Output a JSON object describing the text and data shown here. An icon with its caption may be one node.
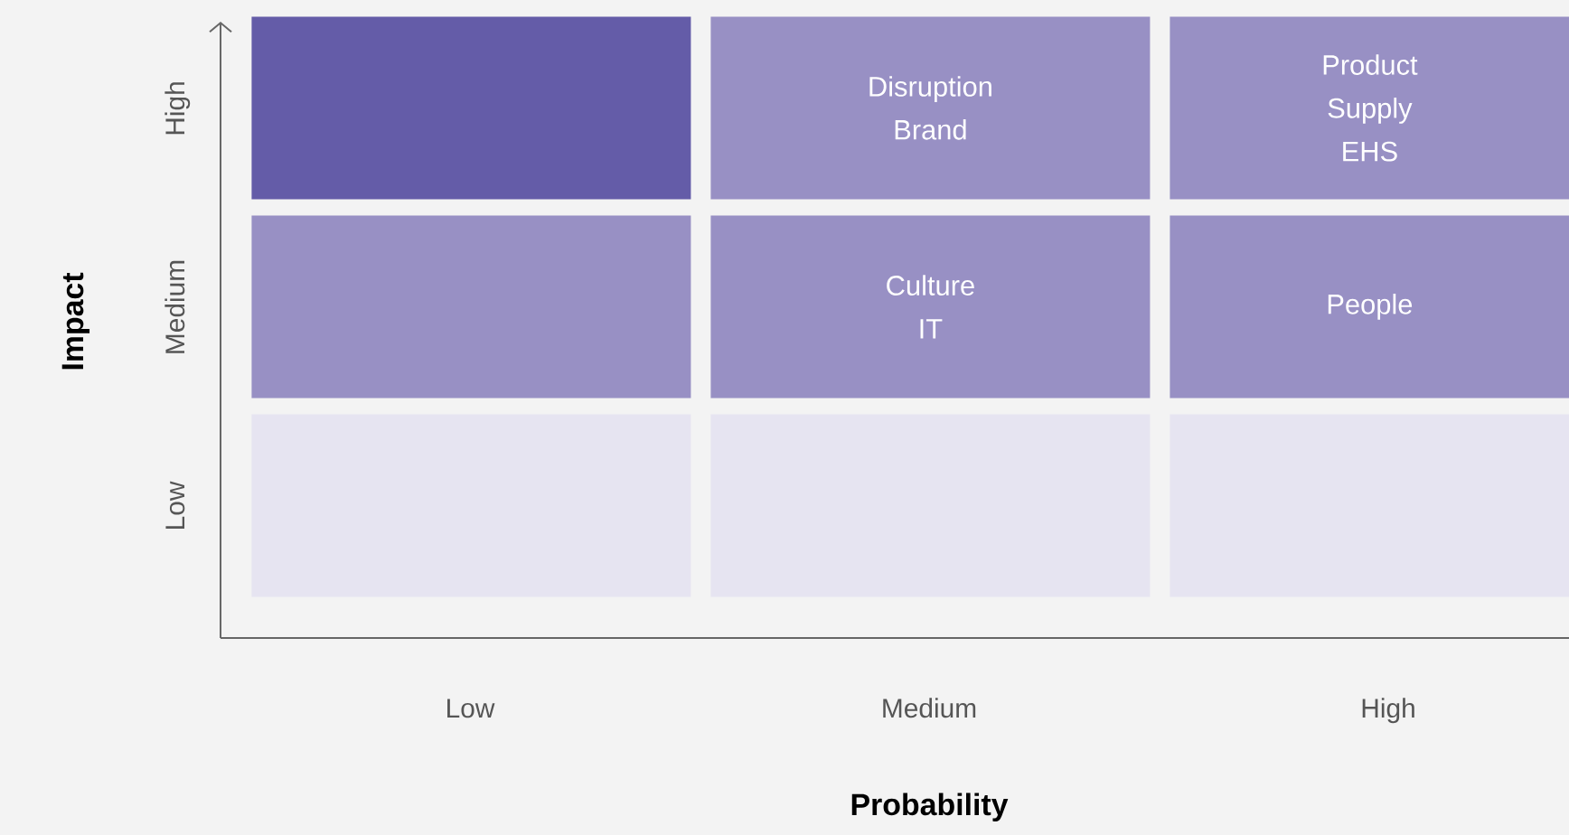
{
  "diagram": {
    "nodes": [
      {
        "text": [],
        "shape": "box"
      },
      {
        "text": [
          "Disruption",
          "Brand"
        ]
      },
      {
        "text": [
          "Product",
          "Supply",
          "EHS"
        ]
      },
      {
        "text": [],
        "shape": "box"
      },
      {
        "text": [
          "Culture",
          "IT"
        ]
      },
      {
        "text": [
          "People"
        ]
      },
      {
        "text": [],
        "shape": "box"
      },
      {
        "text": [],
        "shape": "box"
      },
      {
        "text": [],
        "shape": "box"
      }
    ],
    "labels": [
      "High",
      "Medium",
      "Low",
      "Impact",
      "Low",
      "Medium",
      "High",
      "Probability"
    ]
  }
}
